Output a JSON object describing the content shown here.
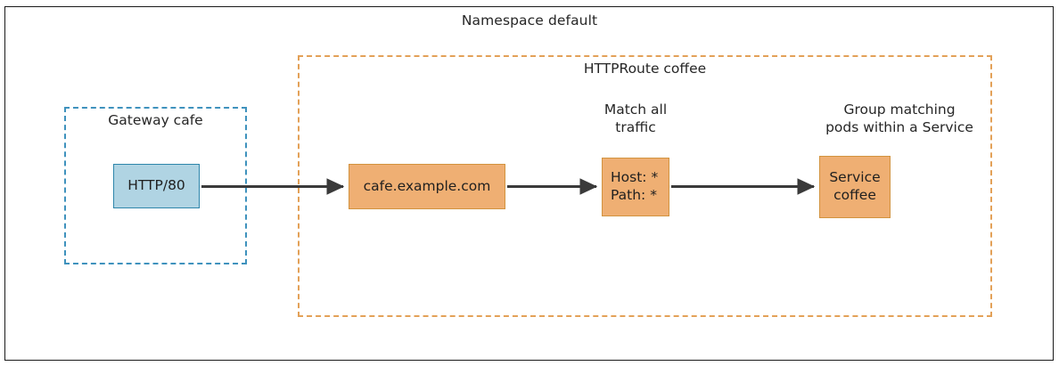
{
  "diagram": {
    "namespace": {
      "title": "Namespace default",
      "border_color": "#1a1a1a"
    },
    "gateway": {
      "title": "Gateway cafe",
      "border_color": "#3f92bd",
      "listener": {
        "label": "HTTP/80",
        "fill": "#b0d4e3",
        "border": "#2e86ab"
      }
    },
    "httproute": {
      "title": "HTTPRoute coffee",
      "border_color": "#e3a158",
      "hostname_node": {
        "label": "cafe.example.com",
        "fill": "#efaf73",
        "border": "#d2933f"
      },
      "match_node": {
        "line1": "Host: *",
        "line2": "Path: *",
        "caption_line1": "Match all",
        "caption_line2": "traffic",
        "fill": "#efaf73",
        "border": "#d2933f"
      },
      "backend_node": {
        "line1": "Service",
        "line2": "coffee",
        "caption_line1": "Group matching",
        "caption_line2": "pods within a Service",
        "fill": "#efaf73",
        "border": "#d2933f"
      }
    },
    "arrows": {
      "color": "#3a3a3a",
      "count": 3
    }
  }
}
